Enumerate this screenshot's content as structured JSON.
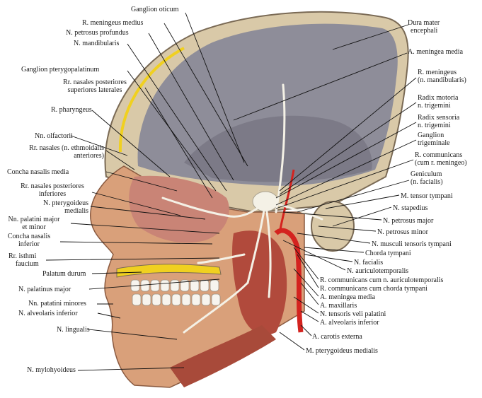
{
  "colors": {
    "dura": "#8e8d99",
    "dura_shadow": "#6d6b78",
    "skull": "#d9c9a8",
    "marrow": "#f0d020",
    "skin": "#d9a07a",
    "muscle": "#b14a3c",
    "nasal_mucosa": "#c98476",
    "artery": "#d4231f",
    "nerve": "#f4f1e6",
    "teeth": "#f7f4ee",
    "leader": "#111111"
  },
  "labels": {
    "ganglion_oticum": "Ganglion oticum",
    "r_meningeus_medius": "R. meningeus medius",
    "n_petrosus_profundus": "N. petrosus profundus",
    "n_mandibularis": "N. mandibularis",
    "ganglion_pterygopalatinum": "Ganglion pterygopalatinum",
    "rr_nasales_post_sup_1": "Rr. nasales posteriores",
    "rr_nasales_post_sup_2": "superiores laterales",
    "r_pharyngeus": "R. pharyngeus",
    "nn_olfactorii": "Nn. olfactorii",
    "rr_nasales_ethm_1": "Rr. nasales (n. ethmoidalis",
    "rr_nasales_ethm_2": "anteriores)",
    "concha_nasalis_media": "Concha nasalis media",
    "rr_nasales_post_inf_1": "Rr. nasales posteriores",
    "rr_nasales_post_inf_2": "inferiores",
    "n_pterygoideus_medialis_1": "N. pterygoideus",
    "n_pterygoideus_medialis_2": "medialis",
    "nn_palatini_major_minor_1": "Nn. palatini major",
    "nn_palatini_major_minor_2": "et minor",
    "concha_nasalis_inferior_1": "Concha nasalis",
    "concha_nasalis_inferior_2": "inferior",
    "rr_isthmi_faucium_1": "Rr. isthmi",
    "rr_isthmi_faucium_2": "faucium",
    "palatum_durum": "Palatum durum",
    "n_palatinus_major": "N. palatinus major",
    "nn_palatini_minores": "Nn. patatini minores",
    "n_alveolaris_inferior_left": "N. alveolaris inferior",
    "n_lingualis": "N. lingualis",
    "n_mylohyoideus": "N. mylohyoideus",
    "dura_mater_1": "Dura mater",
    "dura_mater_2": "encephali",
    "a_meningea_media_top": "A. meningea media",
    "r_meningeus_mand_1": "R. meningeus",
    "r_meningeus_mand_2": "(n. mandibularis)",
    "radix_motoria_1": "Radix motoria",
    "radix_motoria_2": "n. trigemini",
    "radix_sensoria_1": "Radix sensoria",
    "radix_sensoria_2": "n. trigemini",
    "ganglion_trigeminale_1": "Ganglion",
    "ganglion_trigeminale_2": "trigeminale",
    "r_communicans_men_1": "R. communicans",
    "r_communicans_men_2": "(cum r. meningeo)",
    "geniculum_1": "Geniculum",
    "geniculum_2": "(n. facialis)",
    "m_tensor_tympani": "M. tensor tympani",
    "n_stapedius": "N. stapedius",
    "n_petrosus_major": "N. petrosus major",
    "n_petrosus_minor": "N. petrosus minor",
    "n_musculi_tensoris_tympani": "N. musculi tensoris tympani",
    "chorda_tympani": "Chorda tympani",
    "n_facialis": "N. facialis",
    "n_auriculotemporalis": "N. auriculotemporalis",
    "r_comm_auriculotemporalis": "R. communicans cum n. auriculotemporalis",
    "r_comm_chorda_tympani": "R. communicans cum chorda tympani",
    "a_meningea_media_low": "A. meningea media",
    "a_maxillaris": "A. maxillaris",
    "n_tensoris_veli_palatini": "N. tensoris veli palatini",
    "a_alveolaris_inferior": "A. alveolaris inferior",
    "a_carotis_externa": "A. carotis externa",
    "m_pterygoideus_medialis": "M. pterygoideus medialis"
  }
}
